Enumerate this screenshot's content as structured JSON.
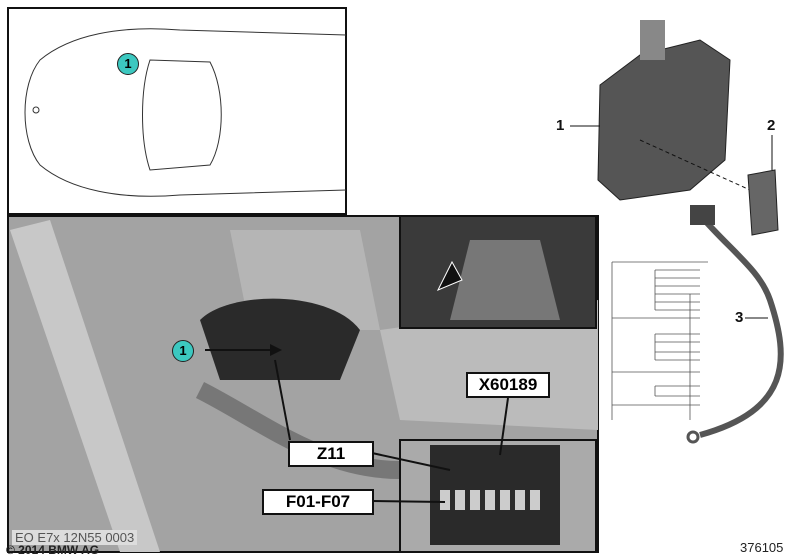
{
  "callouts": {
    "car_position": "1",
    "photo_position": "1",
    "part_1": "1",
    "part_2": "2",
    "part_3": "3"
  },
  "labels": {
    "x60189": "X60189",
    "z11": "Z11",
    "f01_f07": "F01-F07"
  },
  "footer": {
    "photo_code": "EO E7x 12N55 0003",
    "copyright": "© 2014 BMW AG",
    "diagram_number": "376105"
  },
  "colors": {
    "callout_fill": "#3cc8c0",
    "photo_gray": "#9a9a9a"
  }
}
